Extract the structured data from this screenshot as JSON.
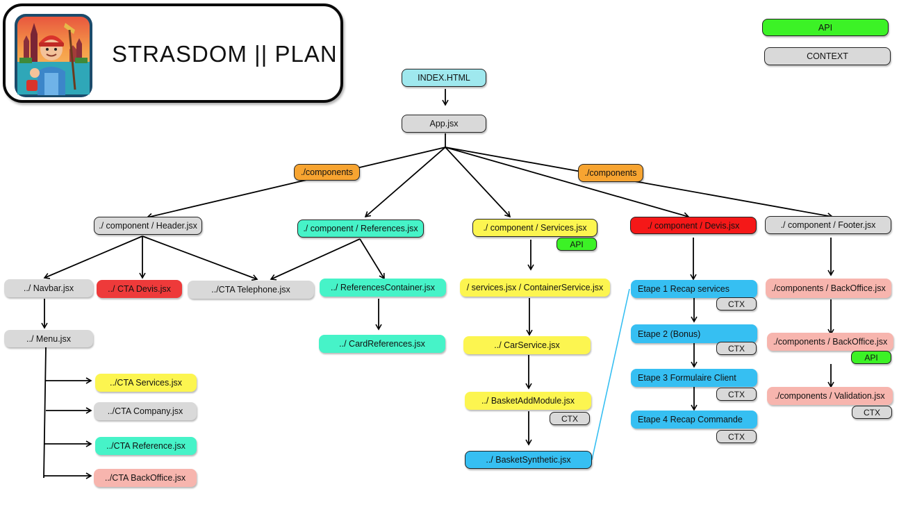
{
  "title": "STRASDOM || PLAN",
  "legend": {
    "api": "API",
    "context": "CONTEXT"
  },
  "nodes": {
    "index": "INDEX.HTML",
    "app": "App.jsx",
    "components_left": "./components",
    "components_right": "./components",
    "header": "./ component / Header.jsx",
    "references": "./ component /  References.jsx",
    "services": "./ component /  Services.jsx",
    "devis": "./ component / Devis.jsx",
    "footer": "./ component / Footer.jsx",
    "navbar": "../ Navbar.jsx",
    "cta_devis": "../ CTA  Devis.jsx",
    "cta_telephone": "../CTA Telephone.jsx",
    "menu": "../  Menu.jsx",
    "cta_services": "../CTA  Services.jsx",
    "cta_company": "../CTA  Company.jsx",
    "cta_reference": "../CTA  Reference.jsx",
    "cta_backoffice": "../CTA BackOffice.jsx",
    "references_container": "../ ReferencesContainer.jsx",
    "card_references": "../ CardReferences.jsx",
    "container_service": "/  services.jsx / ContainerService.jsx",
    "car_service": "../ CarService.jsx",
    "basket_add_module": "../ BasketAddModule.jsx",
    "basket_synthetic": "../ BasketSynthetic.jsx",
    "etape1": "Etape 1  Recap services",
    "etape2": "Etape 2 (Bonus)",
    "etape3": "Etape 3 Formulaire Client",
    "etape4": "Etape 4 Recap Commande",
    "backoffice1": "./components / BackOffice.jsx",
    "backoffice2": "./components / BackOffice.jsx",
    "validation": "./components / Validation.jsx"
  },
  "tags": {
    "services_api": "API",
    "basket_ctx": "CTX",
    "etape1_ctx": "CTX",
    "etape2_ctx": "CTX",
    "etape3_ctx": "CTX",
    "etape4_ctx": "CTX",
    "backoffice_api": "API",
    "validation_ctx": "CTX"
  },
  "colors": {
    "api": "#3cf226",
    "context": "#d9d9d9",
    "index": "#9fe8ee",
    "components": "#f7a431",
    "references": "#46f3c8",
    "services": "#fcf550",
    "devis": "#f51818",
    "backoffice": "#f7b5ae",
    "devis_steps": "#36bff2",
    "link_line": "#36bff2"
  },
  "logo_icon": "cleaner-mascot-logo"
}
